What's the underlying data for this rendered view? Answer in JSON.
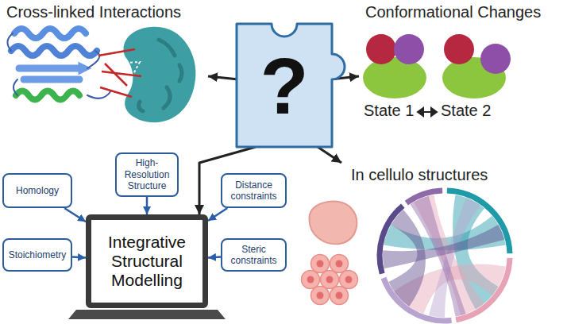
{
  "diagram": {
    "nodes": [
      {
        "text": [
          "?"
        ]
      },
      {
        "text": [
          "Cross-linked Interactions"
        ]
      },
      {
        "text": [
          "Conformational Changes"
        ]
      },
      {
        "text": [
          "Integrative Structural Modelling"
        ]
      },
      {
        "text": [
          "In cellulo structures"
        ]
      },
      {
        "text": [
          "Homology"
        ]
      },
      {
        "text": [
          "High-Resolution Structure"
        ]
      },
      {
        "text": [
          "Distance constraints"
        ]
      },
      {
        "text": [
          "Stoichiometry"
        ]
      },
      {
        "text": [
          "Steric constraints"
        ]
      }
    ],
    "edges": [
      {
        "from": 0,
        "to": 1,
        "arrow": "to"
      },
      {
        "from": 0,
        "to": 2,
        "arrow": "to"
      },
      {
        "from": 0,
        "to": 3,
        "arrow": "to"
      },
      {
        "from": 0,
        "to": 4,
        "arrow": "to"
      },
      {
        "from": 5,
        "to": 3,
        "arrow": "to"
      },
      {
        "from": 6,
        "to": 3,
        "arrow": "to"
      },
      {
        "from": 7,
        "to": 3,
        "arrow": "to"
      },
      {
        "from": 8,
        "to": 3,
        "arrow": "to"
      },
      {
        "from": 9,
        "to": 3,
        "arrow": "to"
      }
    ],
    "labels": [
      "State 1",
      "State 2"
    ]
  }
}
